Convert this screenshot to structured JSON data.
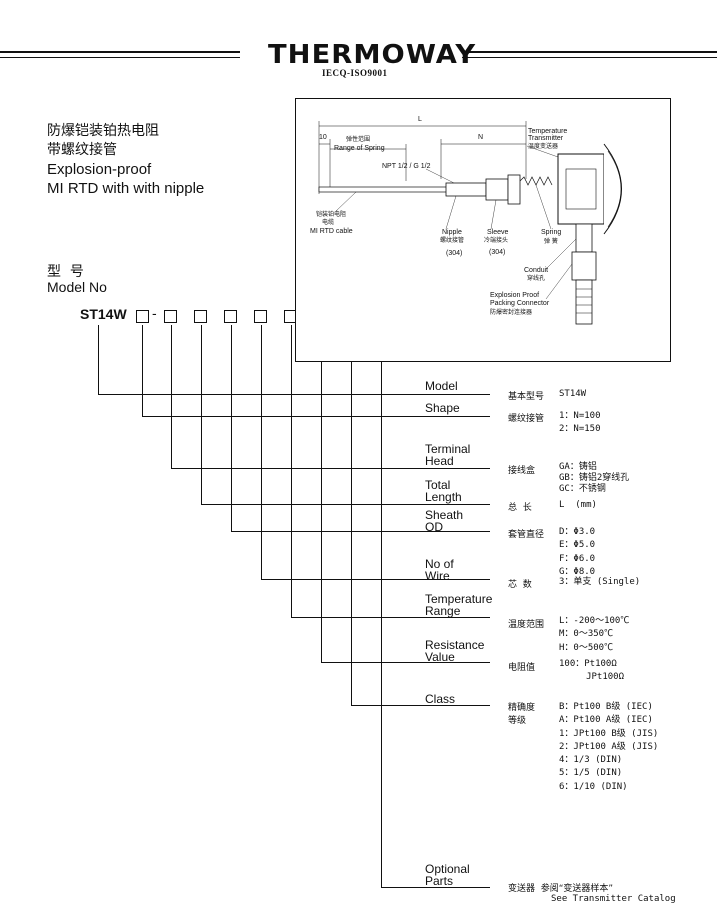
{
  "header": {
    "logo_text": "THERMOWAY",
    "certification": "IECQ-ISO9001"
  },
  "product": {
    "title_cn_1": "防爆铠装铂热电阻",
    "title_cn_2": "带螺纹接管",
    "title_en_1": "Explosion-proof",
    "title_en_2": "MI RTD with with nipple"
  },
  "model_heading": {
    "cn": "型  号",
    "en": "Model No"
  },
  "model_code": {
    "prefix": "ST14W",
    "dash": "-",
    "slash": "/"
  },
  "diagram": {
    "L": "L",
    "N": "N",
    "ten": "10",
    "spring_range_cn": "弹性范围",
    "spring_range_en": "Range of Spring",
    "npt": "NPT 1/2 / G 1/2",
    "transmitter_en_1": "Temperature",
    "transmitter_en_2": "Transmitter",
    "transmitter_cn": "温度变送器",
    "cable_cn_1": "铠装铂电阻",
    "cable_cn_2": "电缆",
    "cable_en": "MI RTD cable",
    "nipple_en": "Nipple",
    "nipple_cn": "螺纹接管",
    "nipple_mat": "(304)",
    "sleeve_en": "Sleeve",
    "sleeve_cn": "冷端接头",
    "sleeve_mat": "(304)",
    "spring_en": "Spring",
    "spring_cn": "弹 簧",
    "conduit_en": "Conduit",
    "conduit_cn": "穿线孔",
    "connector_en_1": "Explosion Proof",
    "connector_en_2": "Packing Connector",
    "connector_cn": "防爆密封连接器"
  },
  "rows": [
    {
      "label_1": "Model",
      "label_2": "",
      "desc_cn": "基本型号",
      "options": "ST14W"
    },
    {
      "label_1": "Shape",
      "label_2": "",
      "desc_cn": "螺纹接管",
      "options": "1：N=100\n2：N=150"
    },
    {
      "label_1": "Terminal",
      "label_2": "Head",
      "desc_cn": "接线盒",
      "options": "GA：铸铝\nGB：铸铝2穿线孔\nGC：不锈钢"
    },
    {
      "label_1": "Total",
      "label_2": "Length",
      "desc_cn": "总  长",
      "options": "L  (mm)"
    },
    {
      "label_1": "Sheath",
      "label_2": "OD",
      "desc_cn": "套管直径",
      "options": "D：Φ3.0\nE：Φ5.0\nF：Φ6.0\nG：Φ8.0"
    },
    {
      "label_1": "No of",
      "label_2": "Wire",
      "desc_cn": "芯  数",
      "options": "3：单支 (Single)"
    },
    {
      "label_1": "Temperature",
      "label_2": "Range",
      "desc_cn": "温度范围",
      "options": "L：-200～100℃\nM：0～350℃\nH：0～500℃"
    },
    {
      "label_1": "Resistance",
      "label_2": "Value",
      "desc_cn": "电阻值",
      "options": "100：Pt100Ω\n     JPt100Ω"
    },
    {
      "label_1": "Class",
      "label_2": "",
      "desc_cn": "精确度\n等级",
      "options": "B：Pt100 B级 (IEC)\nA：Pt100 A级 (IEC)\n1：JPt100 B级 (JIS)\n2：JPt100 A级 (JIS)\n4：1/3 (DIN)\n5：1/5 (DIN)\n6：1/10 (DIN)"
    },
    {
      "label_1": "Optional",
      "label_2": "Parts",
      "desc_cn": "变送器  参阅“变送器样本”",
      "options": "See Transmitter Catalog"
    }
  ]
}
